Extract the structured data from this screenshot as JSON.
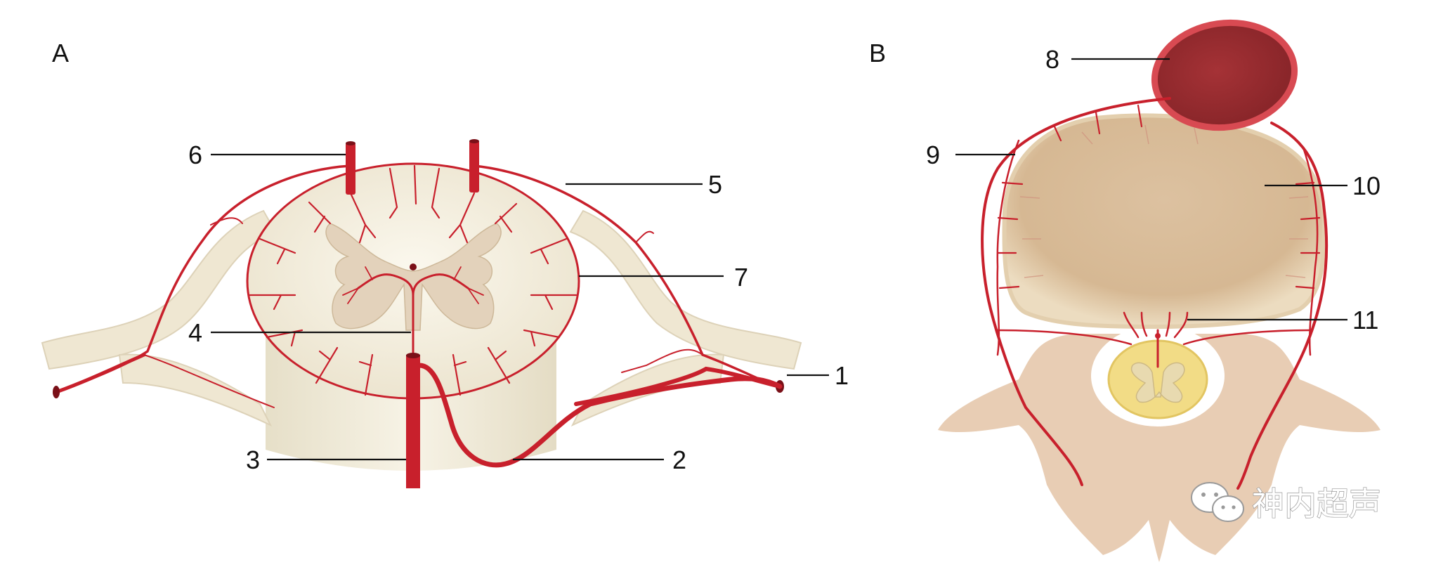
{
  "panels": {
    "a": {
      "label": "A"
    },
    "b": {
      "label": "B"
    }
  },
  "labels": {
    "l1": "1",
    "l2": "2",
    "l3": "3",
    "l4": "4",
    "l5": "5",
    "l6": "6",
    "l7": "7",
    "l8": "8",
    "l9": "9",
    "l10": "10",
    "l11": "11"
  },
  "watermark": {
    "text": "神内超声",
    "icon": "wechat-icon"
  },
  "colors": {
    "artery": "#c8202c",
    "artery_dark": "#7a1018",
    "cord_white": "#f4efe0",
    "gray_matter": "#e3d2bb",
    "nerve_root": "#efe7d2",
    "bone": "#e8cdb4",
    "disc": "#d8bc98",
    "aorta": "#9b2f33",
    "cord_b": "#f2dc86"
  }
}
